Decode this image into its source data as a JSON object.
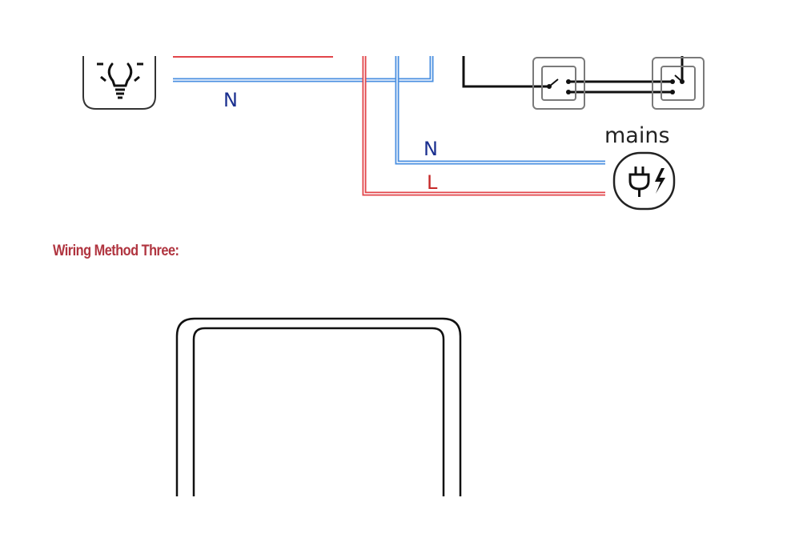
{
  "diagram_top": {
    "labels": {
      "neutral_lamp": "N",
      "neutral_mains": "N",
      "live_mains": "L",
      "mains": "mains"
    },
    "icons": [
      "light-bulb-icon",
      "two-way-switch-icon",
      "two-way-switch-icon",
      "power-plug-icon"
    ],
    "colors": {
      "live_wire": "#e2454a",
      "neutral_wire": "#4a8fe0",
      "neutral_label": "#1a2f8f",
      "live_label": "#c62828",
      "switch_wire": "#111111",
      "outline": "#333333",
      "switch_frame": "#7a7a7a"
    }
  },
  "section": {
    "heading": "Wiring Method Three:",
    "heading_color": "#b0343f"
  },
  "diagram_bottom": {
    "icons": [
      "switch-panel-outline"
    ]
  }
}
